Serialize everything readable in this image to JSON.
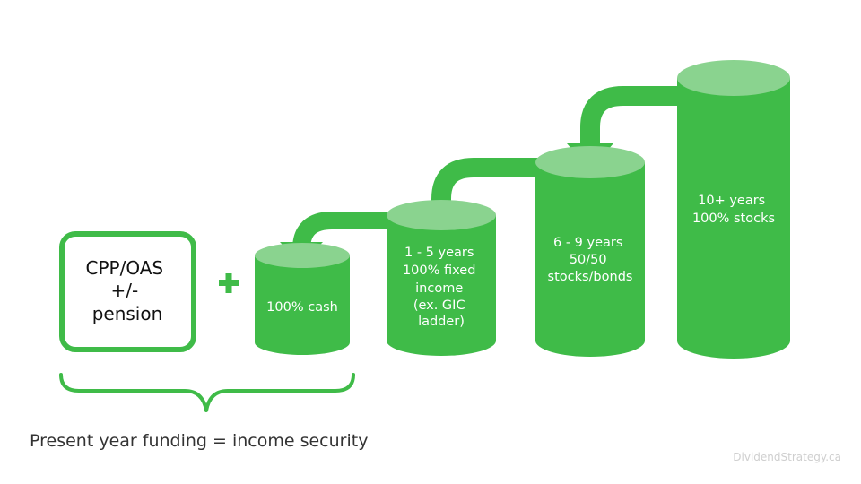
{
  "colors": {
    "green": "#3fbb48",
    "green_light": "#8ad38f",
    "text_dark": "#111111",
    "caption": "#333333",
    "watermark": "#cfcfcf",
    "background": "#ffffff"
  },
  "icons": {
    "plus": "plus-icon",
    "arrow": "down-arrow-icon",
    "brace": "curly-brace-icon"
  },
  "income_box": {
    "lines": [
      "CPP/OAS",
      "+/-",
      "pension"
    ]
  },
  "buckets": [
    {
      "id": "cash",
      "lines": [
        "100% cash"
      ]
    },
    {
      "id": "fixed-income",
      "lines": [
        "1 - 5 years",
        "100% fixed",
        "income",
        "(ex. GIC",
        "ladder)"
      ]
    },
    {
      "id": "balanced",
      "lines": [
        "6 - 9 years",
        "50/50",
        "stocks/bonds"
      ]
    },
    {
      "id": "stocks",
      "lines": [
        "10+ years",
        "100% stocks"
      ]
    }
  ],
  "caption": "Present year funding = income security",
  "watermark": "DividendStrategy.ca"
}
